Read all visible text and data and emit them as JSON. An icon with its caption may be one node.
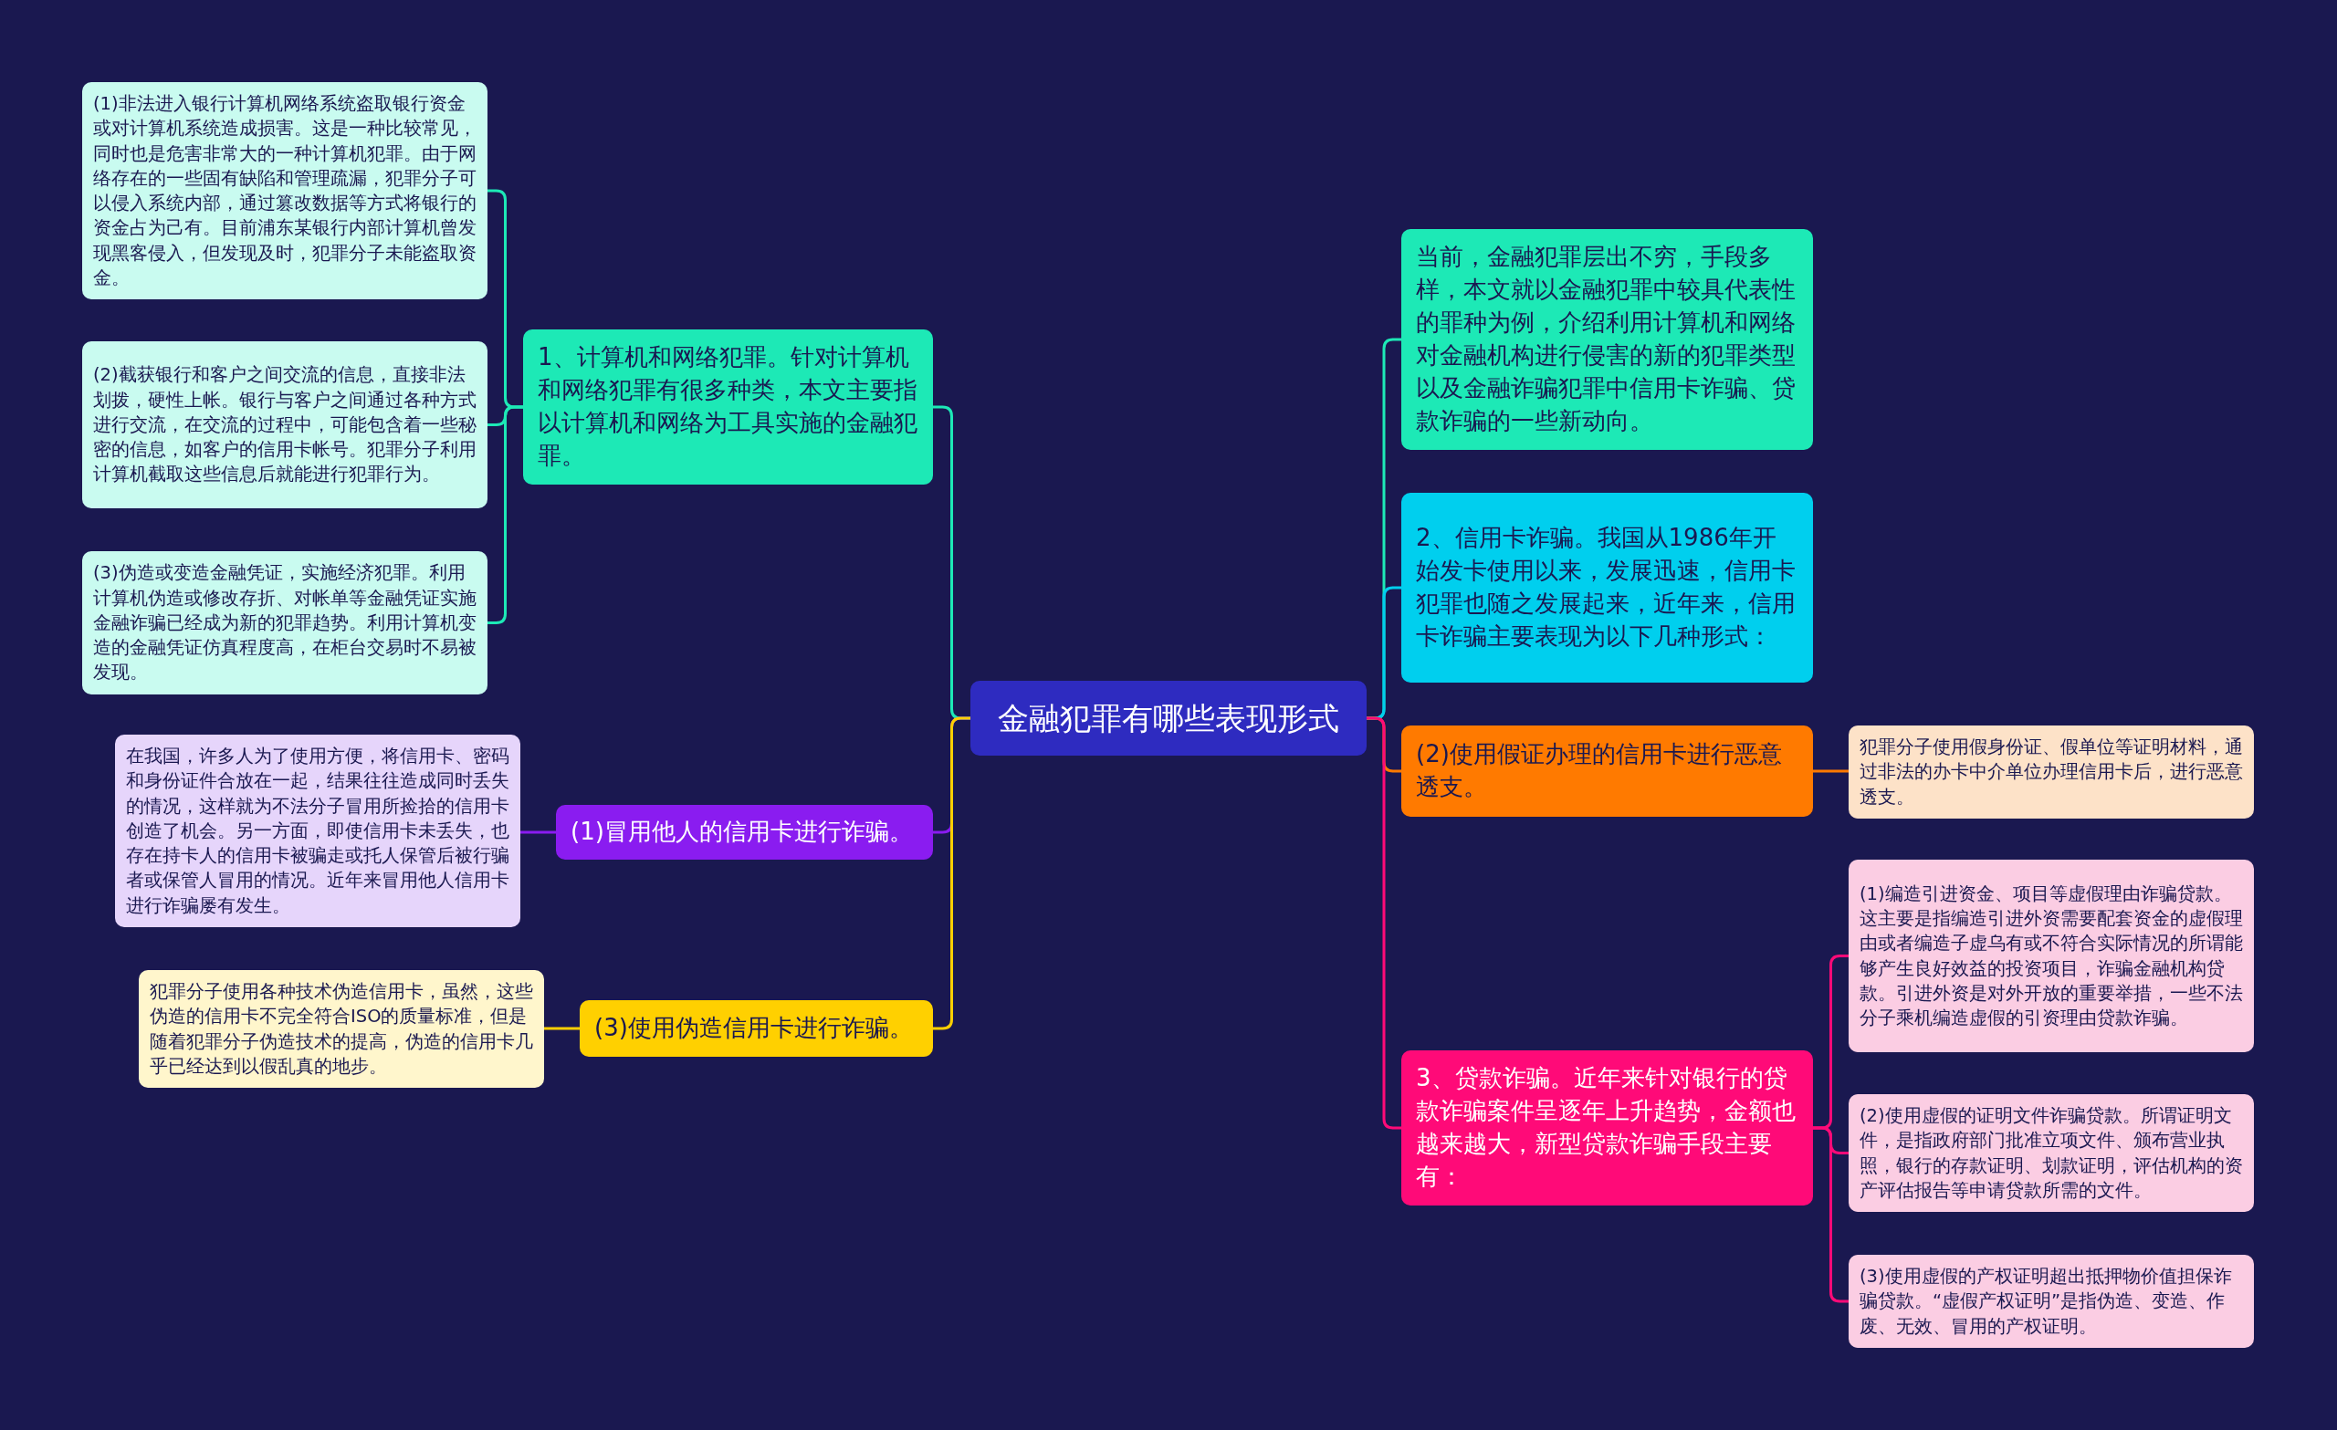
{
  "diagram": {
    "nodes": [
      {
        "text": [
          "金融犯罪有哪些表现形式"
        ]
      },
      {
        "text": [
          "当前，金融犯罪层出不穷，手段多样，本文就以金融犯罪中较具代表性的罪种为例，介绍利用计算机和网络对金融机构进行侵害的新的犯罪类型以及金融诈骗犯罪中信用卡诈骗、贷款诈骗的一些新动向。"
        ]
      },
      {
        "text": [
          "2、信用卡诈骗。我国从1986年开始发卡使用以来，发展迅速，信用卡犯罪也随之发展起来，近年来，信用卡诈骗主要表现为以下几种形式："
        ]
      },
      {
        "text": [
          "(2)使用假证办理的信用卡进行恶意透支。"
        ]
      },
      {
        "text": [
          "犯罪分子使用假身份证、假单位等证明材料，通过非法的办卡中介单位办理信用卡后，进行恶意透支。"
        ]
      },
      {
        "text": [
          "3、贷款诈骗。近年来针对银行的贷款诈骗案件呈逐年上升趋势，金额也越来越大，新型贷款诈骗手段主要有："
        ]
      },
      {
        "text": [
          "(1)编造引进资金、项目等虚假理由诈骗贷款。这主要是指编造引进外资需要配套资金的虚假理由或者编造子虚乌有或不符合实际情况的所谓能够产生良好效益的投资项目，诈骗金融机构贷款。引进外资是对外开放的重要举措，一些不法分子乘机编造虚假的引资理由贷款诈骗。"
        ]
      },
      {
        "text": [
          "(2)使用虚假的证明文件诈骗贷款。所谓证明文件，是指政府部门批准立项文件、颁布营业执照，银行的存款证明、划款证明，评估机构的资产评估报告等申请贷款所需的文件。"
        ]
      },
      {
        "text": [
          "(3)使用虚假的产权证明超出抵押物价值担保诈骗贷款。“虚假产权证明”是指伪造、变造、作废、无效、冒用的产权证明。"
        ]
      },
      {
        "text": [
          "1、计算机和网络犯罪。针对计算机和网络犯罪有很多种类，本文主要指以计算机和网络为工具实施的金融犯罪。"
        ]
      },
      {
        "text": [
          "(1)非法进入银行计算机网络系统盗取银行资金或对计算机系统造成损害。这是一种比较常见，同时也是危害非常大的一种计算机犯罪。由于网络存在的一些固有缺陷和管理疏漏，犯罪分子可以侵入系统内部，通过篡改数据等方式将银行的资金占为己有。目前浦东某银行内部计算机曾发现黑客侵入，但发现及时，犯罪分子未能盗取资金。"
        ]
      },
      {
        "text": [
          "(2)截获银行和客户之间交流的信息，直接非法划拨，硬性上帐。银行与客户之间通过各种方式进行交流，在交流的过程中，可能包含着一些秘密的信息，如客户的信用卡帐号。犯罪分子利用计算机截取这些信息后就能进行犯罪行为。"
        ]
      },
      {
        "text": [
          "(3)伪造或变造金融凭证，实施经济犯罪。利用计算机伪造或修改存折、对帐单等金融凭证实施金融诈骗已经成为新的犯罪趋势。利用计算机变造的金融凭证仿真程度高，在柜台交易时不易被发现。"
        ]
      },
      {
        "text": [
          "(1)冒用他人的信用卡进行诈骗。"
        ]
      },
      {
        "text": [
          "在我国，许多人为了使用方便，将信用卡、密码和身份证件合放在一起，结果往往造成同时丢失的情况，这样就为不法分子冒用所捡拾的信用卡创造了机会。另一方面，即使信用卡未丢失，也存在持卡人的信用卡被骗走或托人保管后被行骗者或保管人冒用的情况。近年来冒用他人信用卡进行诈骗屡有发生。"
        ]
      },
      {
        "text": [
          "(3)使用伪造信用卡进行诈骗。"
        ]
      },
      {
        "text": [
          "犯罪分子使用各种技术伪造信用卡，虽然，这些伪造的信用卡不完全符合ISO的质量标准，但是随着犯罪分子伪造技术的提高，伪造的信用卡几乎已经达到以假乱真的地步。"
        ]
      }
    ],
    "edges": [
      {
        "from": 0,
        "to": 1,
        "arrow": "none",
        "color": "#1de9b6"
      },
      {
        "from": 0,
        "to": 2,
        "arrow": "none",
        "color": "#00cfee"
      },
      {
        "from": 0,
        "to": 3,
        "arrow": "none",
        "color": "#ff7a00"
      },
      {
        "from": 3,
        "to": 4,
        "arrow": "none",
        "color": "#ff7a00"
      },
      {
        "from": 0,
        "to": 5,
        "arrow": "none",
        "color": "#ff0a78"
      },
      {
        "from": 5,
        "to": 6,
        "arrow": "none",
        "color": "#ff0a78"
      },
      {
        "from": 5,
        "to": 7,
        "arrow": "none",
        "color": "#ff0a78"
      },
      {
        "from": 5,
        "to": 8,
        "arrow": "none",
        "color": "#ff0a78"
      },
      {
        "from": 0,
        "to": 9,
        "arrow": "none",
        "color": "#1de9b6"
      },
      {
        "from": 9,
        "to": 10,
        "arrow": "none",
        "color": "#1de9b6"
      },
      {
        "from": 9,
        "to": 11,
        "arrow": "none",
        "color": "#1de9b6"
      },
      {
        "from": 9,
        "to": 12,
        "arrow": "none",
        "color": "#1de9b6"
      },
      {
        "from": 0,
        "to": 13,
        "arrow": "none",
        "color": "#8a1cf0"
      },
      {
        "from": 13,
        "to": 14,
        "arrow": "none",
        "color": "#8a1cf0"
      },
      {
        "from": 0,
        "to": 15,
        "arrow": "none",
        "color": "#ffd000"
      },
      {
        "from": 15,
        "to": 16,
        "arrow": "none",
        "color": "#ffd000"
      }
    ]
  }
}
